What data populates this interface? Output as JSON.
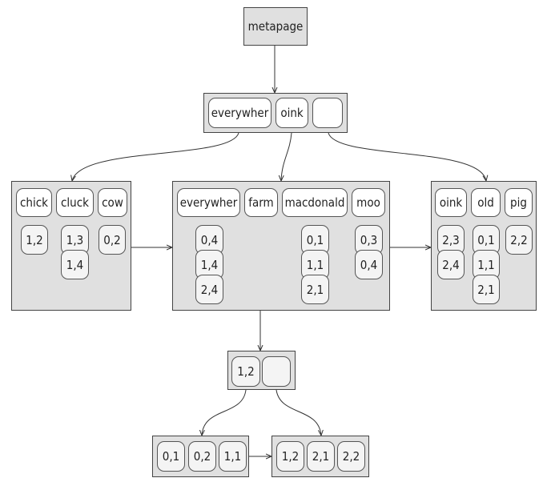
{
  "metapage": {
    "label": "metapage"
  },
  "root": {
    "keys": [
      "everywher",
      "oink",
      ""
    ]
  },
  "leaves": {
    "left": {
      "keys": [
        "chick",
        "cluck",
        "cow"
      ],
      "values": [
        [
          "1,2"
        ],
        [
          "1,3",
          "1,4"
        ],
        [
          "0,2"
        ]
      ]
    },
    "middle": {
      "keys": [
        "everywher",
        "farm",
        "macdonald",
        "moo"
      ],
      "values": [
        [
          "0,4",
          "1,4",
          "2,4"
        ],
        [],
        [
          "0,1",
          "1,1",
          "2,1"
        ],
        [
          "0,3",
          "0,4"
        ]
      ]
    },
    "right": {
      "keys": [
        "oink",
        "old",
        "pig"
      ],
      "values": [
        [
          "2,3",
          "2,4"
        ],
        [
          "0,1",
          "1,1",
          "2,1"
        ],
        [
          "2,2"
        ]
      ]
    }
  },
  "postings_tree": {
    "root": {
      "keys": [
        "1,2",
        ""
      ]
    },
    "left_leaf": {
      "values": [
        "0,1",
        "0,2",
        "1,1"
      ]
    },
    "right_leaf": {
      "values": [
        "1,2",
        "2,1",
        "2,2"
      ]
    }
  }
}
